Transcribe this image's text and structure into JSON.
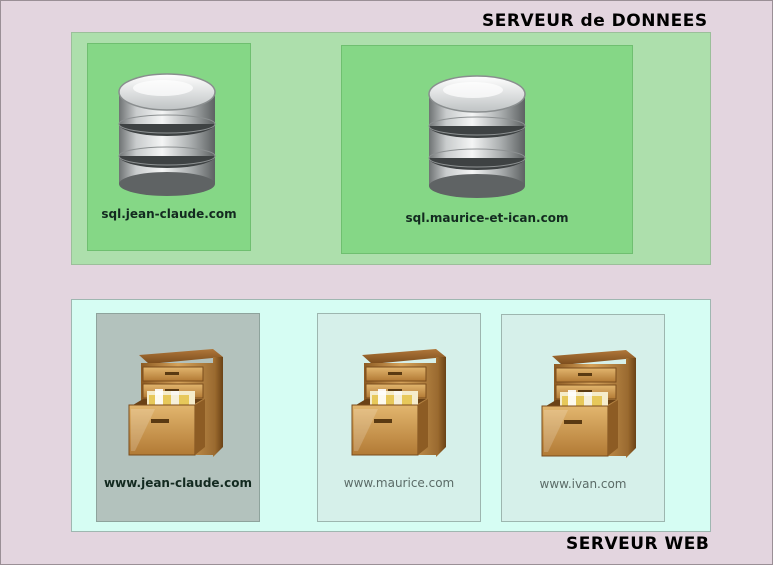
{
  "titles": {
    "database_server": "SERVEUR de DONNEES",
    "web_server": "SERVEUR WEB"
  },
  "databases": [
    {
      "label": "sql.jean-claude.com",
      "icon": "database-icon"
    },
    {
      "label": "sql.maurice-et-ican.com",
      "icon": "database-icon"
    }
  ],
  "websites": [
    {
      "label": "www.jean-claude.com",
      "icon": "file-cabinet-icon",
      "selected": true
    },
    {
      "label": "www.maurice.com",
      "icon": "file-cabinet-icon",
      "selected": false
    },
    {
      "label": "www.ivan.com",
      "icon": "file-cabinet-icon",
      "selected": false
    }
  ],
  "colors": {
    "background": "#e3d5df",
    "database_zone": "#addfac",
    "database_box": "#85d786",
    "web_zone": "#d6fdf3",
    "web_box_selected": "#b3c2bd",
    "web_box": "#d6f0ea"
  }
}
